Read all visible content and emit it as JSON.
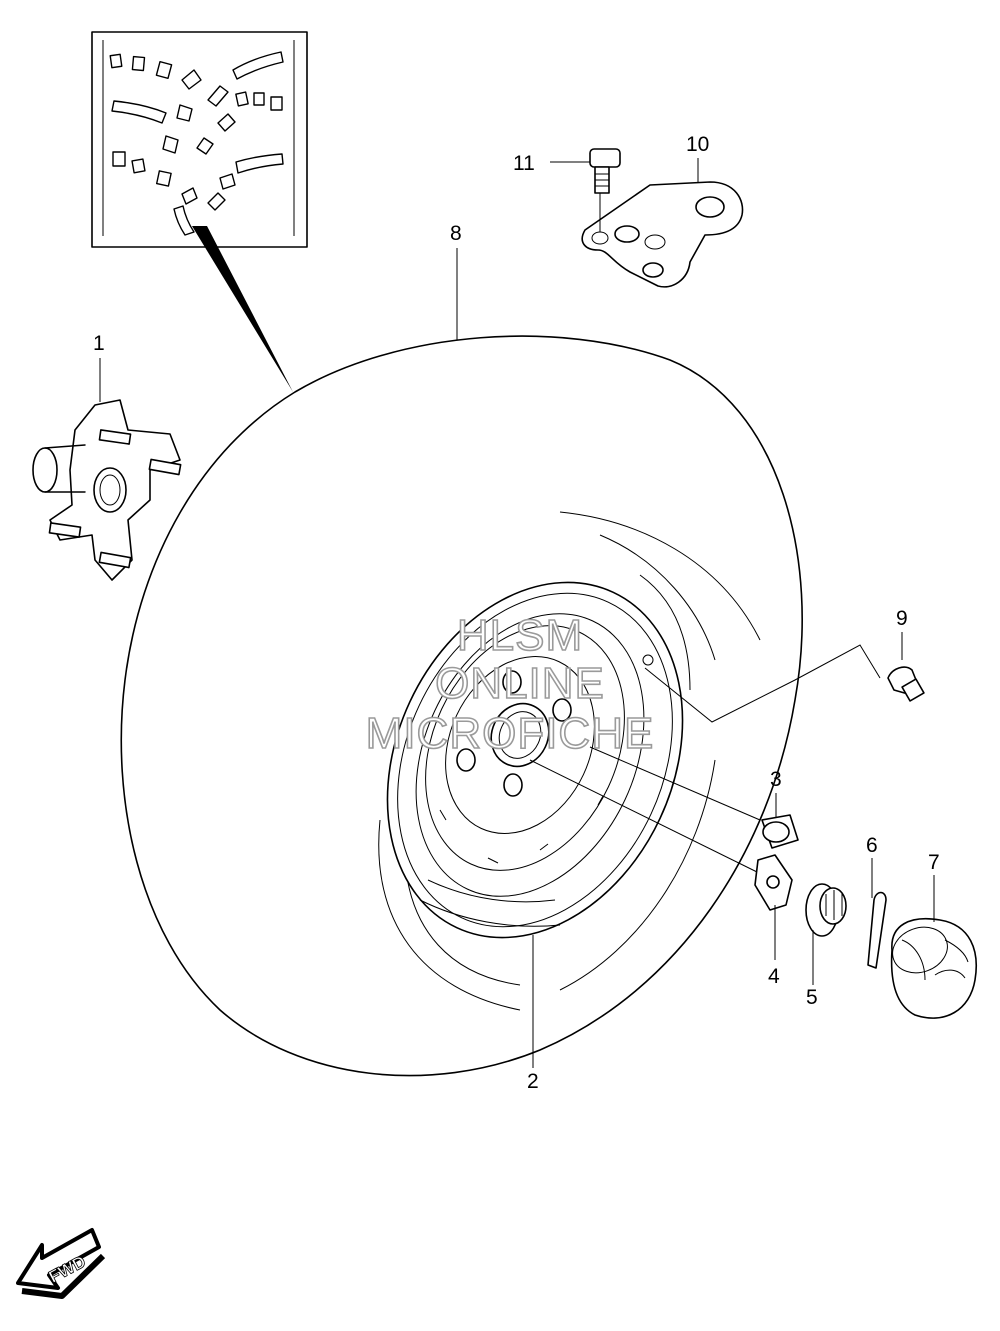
{
  "diagram": {
    "parts": [
      {
        "id": "1",
        "label": "1",
        "part": "wheel-hub"
      },
      {
        "id": "2",
        "label": "2",
        "part": "wheel-rim"
      },
      {
        "id": "3",
        "label": "3",
        "part": "wheel-nut"
      },
      {
        "id": "4",
        "label": "4",
        "part": "washer"
      },
      {
        "id": "5",
        "label": "5",
        "part": "castle-nut"
      },
      {
        "id": "6",
        "label": "6",
        "part": "cotter-pin"
      },
      {
        "id": "7",
        "label": "7",
        "part": "hub-cap"
      },
      {
        "id": "8",
        "label": "8",
        "part": "tire"
      },
      {
        "id": "9",
        "label": "9",
        "part": "valve"
      },
      {
        "id": "10",
        "label": "10",
        "part": "bracket"
      },
      {
        "id": "11",
        "label": "11",
        "part": "bolt"
      }
    ],
    "watermark": {
      "line1": "HLSM",
      "line2": "ONLINE",
      "line3": "MICROFICHE"
    },
    "direction_label": "FWD"
  }
}
